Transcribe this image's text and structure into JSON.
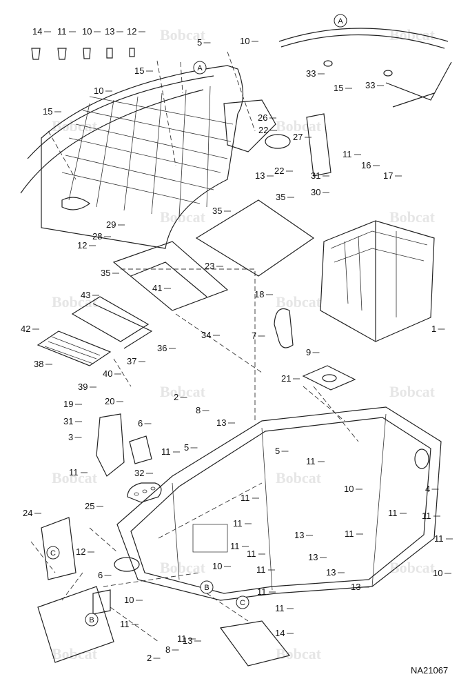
{
  "diagram": {
    "drawing_number": "NA21067",
    "watermark_text": "Bobcat",
    "parts": [
      {
        "id": "p14a",
        "label": "14"
      },
      {
        "id": "p11a",
        "label": "11"
      },
      {
        "id": "p10a",
        "label": "10"
      },
      {
        "id": "p13a",
        "label": "13"
      },
      {
        "id": "p12a",
        "label": "12"
      },
      {
        "id": "p5a",
        "label": "5"
      },
      {
        "id": "p10b",
        "label": "10"
      },
      {
        "id": "p15a",
        "label": "15"
      },
      {
        "id": "p10c",
        "label": "10"
      },
      {
        "id": "p15b",
        "label": "15"
      },
      {
        "id": "p33a",
        "label": "33"
      },
      {
        "id": "p33b",
        "label": "33"
      },
      {
        "id": "p15c",
        "label": "15"
      },
      {
        "id": "p26",
        "label": "26"
      },
      {
        "id": "p22a",
        "label": "22"
      },
      {
        "id": "p27",
        "label": "27"
      },
      {
        "id": "p22b",
        "label": "22"
      },
      {
        "id": "p13b",
        "label": "13"
      },
      {
        "id": "p11b",
        "label": "11"
      },
      {
        "id": "p16",
        "label": "16"
      },
      {
        "id": "p17",
        "label": "17"
      },
      {
        "id": "p31a",
        "label": "31"
      },
      {
        "id": "p30",
        "label": "30"
      },
      {
        "id": "p35a",
        "label": "35"
      },
      {
        "id": "p35b",
        "label": "35"
      },
      {
        "id": "p29",
        "label": "29"
      },
      {
        "id": "p28",
        "label": "28"
      },
      {
        "id": "p12b",
        "label": "12"
      },
      {
        "id": "p23",
        "label": "23"
      },
      {
        "id": "p35c",
        "label": "35"
      },
      {
        "id": "p41",
        "label": "41"
      },
      {
        "id": "p43",
        "label": "43"
      },
      {
        "id": "p18",
        "label": "18"
      },
      {
        "id": "p1",
        "label": "1"
      },
      {
        "id": "p42",
        "label": "42"
      },
      {
        "id": "p36",
        "label": "36"
      },
      {
        "id": "p34",
        "label": "34"
      },
      {
        "id": "p7",
        "label": "7"
      },
      {
        "id": "p38",
        "label": "38"
      },
      {
        "id": "p37",
        "label": "37"
      },
      {
        "id": "p40",
        "label": "40"
      },
      {
        "id": "p9",
        "label": "9"
      },
      {
        "id": "p39",
        "label": "39"
      },
      {
        "id": "p21",
        "label": "21"
      },
      {
        "id": "p20",
        "label": "20"
      },
      {
        "id": "p2a",
        "label": "2"
      },
      {
        "id": "p19",
        "label": "19"
      },
      {
        "id": "p8a",
        "label": "8"
      },
      {
        "id": "p13c",
        "label": "13"
      },
      {
        "id": "p31b",
        "label": "31"
      },
      {
        "id": "p6a",
        "label": "6"
      },
      {
        "id": "p3",
        "label": "3"
      },
      {
        "id": "p5b",
        "label": "5"
      },
      {
        "id": "p5c",
        "label": "5"
      },
      {
        "id": "p11c",
        "label": "11"
      },
      {
        "id": "p11d",
        "label": "11"
      },
      {
        "id": "p11e",
        "label": "11"
      },
      {
        "id": "p32",
        "label": "32"
      },
      {
        "id": "p10d",
        "label": "10"
      },
      {
        "id": "p4",
        "label": "4"
      },
      {
        "id": "p11f",
        "label": "11"
      },
      {
        "id": "p24",
        "label": "24"
      },
      {
        "id": "p25",
        "label": "25"
      },
      {
        "id": "p11g",
        "label": "11"
      },
      {
        "id": "p11h",
        "label": "11"
      },
      {
        "id": "p11i",
        "label": "11"
      },
      {
        "id": "p11j",
        "label": "11"
      },
      {
        "id": "p13d",
        "label": "13"
      },
      {
        "id": "p11k",
        "label": "11"
      },
      {
        "id": "p11l",
        "label": "11"
      },
      {
        "id": "p12c",
        "label": "12"
      },
      {
        "id": "p11m",
        "label": "11"
      },
      {
        "id": "p13e",
        "label": "13"
      },
      {
        "id": "p10e",
        "label": "10"
      },
      {
        "id": "p11n",
        "label": "11"
      },
      {
        "id": "p6b",
        "label": "6"
      },
      {
        "id": "p13f",
        "label": "13"
      },
      {
        "id": "p13g",
        "label": "13"
      },
      {
        "id": "p10f",
        "label": "10"
      },
      {
        "id": "p11o",
        "label": "11"
      },
      {
        "id": "p10g",
        "label": "10"
      },
      {
        "id": "p11p",
        "label": "11"
      },
      {
        "id": "p11q",
        "label": "11"
      },
      {
        "id": "p14b",
        "label": "14"
      },
      {
        "id": "p11r",
        "label": "11"
      },
      {
        "id": "p8b",
        "label": "8"
      },
      {
        "id": "p13h",
        "label": "13"
      },
      {
        "id": "p2b",
        "label": "2"
      }
    ],
    "refs": [
      {
        "id": "rA1",
        "letter": "A"
      },
      {
        "id": "rA2",
        "letter": "A"
      },
      {
        "id": "rB1",
        "letter": "B"
      },
      {
        "id": "rB2",
        "letter": "B"
      },
      {
        "id": "rC1",
        "letter": "C"
      },
      {
        "id": "rC2",
        "letter": "C"
      }
    ]
  }
}
